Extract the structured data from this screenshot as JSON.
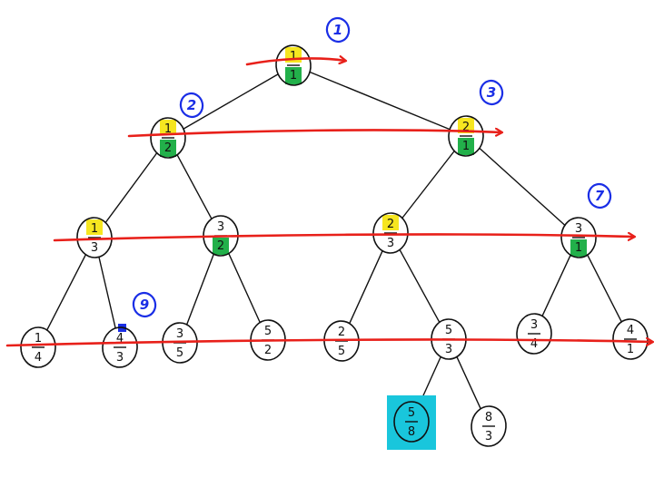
{
  "colors": {
    "ink": "#111111",
    "sweep": "#e8201a",
    "step_label": "#1a2ee6",
    "mark_yellow": "#f6e620",
    "mark_green": "#22b04a",
    "mark_blue": "#1a2ee6",
    "mark_cyan": "#19c6dc"
  },
  "nodes": [
    {
      "id": "n1",
      "num": "1",
      "den": "1",
      "num_mark": "yellow",
      "den_mark": "green"
    },
    {
      "id": "n2",
      "num": "1",
      "den": "2",
      "num_mark": "yellow",
      "den_mark": "green"
    },
    {
      "id": "n3",
      "num": "2",
      "den": "1",
      "num_mark": "yellow",
      "den_mark": "green"
    },
    {
      "id": "n4",
      "num": "1",
      "den": "3",
      "num_mark": "yellow",
      "den_mark": ""
    },
    {
      "id": "n5",
      "num": "3",
      "den": "2",
      "num_mark": "",
      "den_mark": "green"
    },
    {
      "id": "n6",
      "num": "2",
      "den": "3",
      "num_mark": "yellow",
      "den_mark": ""
    },
    {
      "id": "n7",
      "num": "3",
      "den": "1",
      "num_mark": "",
      "den_mark": "green"
    },
    {
      "id": "n8",
      "num": "1",
      "den": "4",
      "num_mark": "",
      "den_mark": ""
    },
    {
      "id": "n9",
      "num": "4",
      "den": "3",
      "num_mark": "",
      "den_mark": "",
      "corner_mark": "blue"
    },
    {
      "id": "n10",
      "num": "3",
      "den": "5",
      "num_mark": "",
      "den_mark": ""
    },
    {
      "id": "n11",
      "num": "5",
      "den": "2",
      "num_mark": "",
      "den_mark": ""
    },
    {
      "id": "n12",
      "num": "2",
      "den": "5",
      "num_mark": "",
      "den_mark": ""
    },
    {
      "id": "n13",
      "num": "5",
      "den": "3",
      "num_mark": "",
      "den_mark": ""
    },
    {
      "id": "n14",
      "num": "3",
      "den": "4",
      "num_mark": "",
      "den_mark": ""
    },
    {
      "id": "n15",
      "num": "4",
      "den": "1",
      "num_mark": "",
      "den_mark": ""
    },
    {
      "id": "n16",
      "num": "5",
      "den": "8",
      "num_mark": "",
      "den_mark": "",
      "fill_mark": "cyan"
    },
    {
      "id": "n17",
      "num": "8",
      "den": "3",
      "num_mark": "",
      "den_mark": ""
    }
  ],
  "edges": [
    [
      "n1",
      "n2"
    ],
    [
      "n1",
      "n3"
    ],
    [
      "n2",
      "n4"
    ],
    [
      "n2",
      "n5"
    ],
    [
      "n3",
      "n6"
    ],
    [
      "n3",
      "n7"
    ],
    [
      "n4",
      "n8"
    ],
    [
      "n4",
      "n9"
    ],
    [
      "n5",
      "n10"
    ],
    [
      "n5",
      "n11"
    ],
    [
      "n6",
      "n12"
    ],
    [
      "n6",
      "n13"
    ],
    [
      "n7",
      "n14"
    ],
    [
      "n7",
      "n15"
    ],
    [
      "n13",
      "n16"
    ],
    [
      "n13",
      "n17"
    ]
  ],
  "step_labels": [
    {
      "text": "1",
      "node": "n1"
    },
    {
      "text": "2",
      "node": "n2"
    },
    {
      "text": "3",
      "node": "n3"
    },
    {
      "text": "7",
      "node": "n7"
    },
    {
      "text": "9",
      "node": "n9"
    }
  ],
  "sweeps": [
    {
      "level": 0
    },
    {
      "level": 1
    },
    {
      "level": 2
    },
    {
      "level": 3
    }
  ]
}
